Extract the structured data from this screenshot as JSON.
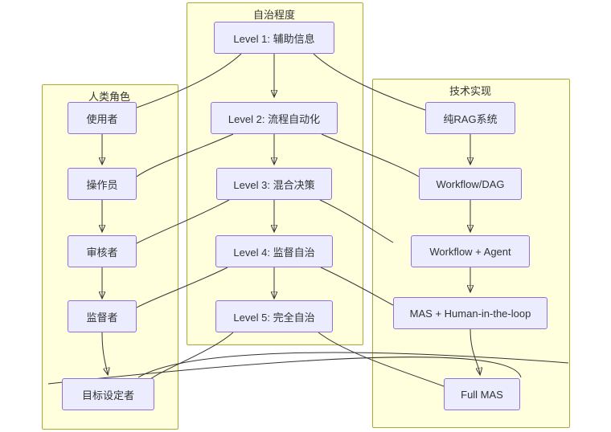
{
  "diagram": {
    "title_present": false,
    "colors": {
      "cluster_fill": "#ffffde",
      "cluster_stroke": "#aaaa33",
      "node_fill": "#ececff",
      "node_stroke": "#9370db",
      "edge_stroke": "#333333",
      "text": "#333333"
    },
    "clusters": [
      {
        "id": "human",
        "label": "人类角色"
      },
      {
        "id": "autonomy",
        "label": "自治程度"
      },
      {
        "id": "tech",
        "label": "技术实现"
      }
    ],
    "nodes": {
      "human": [
        {
          "id": "h1",
          "label": "使用者"
        },
        {
          "id": "h2",
          "label": "操作员"
        },
        {
          "id": "h3",
          "label": "审核者"
        },
        {
          "id": "h4",
          "label": "监督者"
        },
        {
          "id": "h5",
          "label": "目标设定者"
        }
      ],
      "autonomy": [
        {
          "id": "a1",
          "label": "Level 1: 辅助信息"
        },
        {
          "id": "a2",
          "label": "Level 2: 流程自动化"
        },
        {
          "id": "a3",
          "label": "Level 3: 混合决策"
        },
        {
          "id": "a4",
          "label": "Level 4: 监督自治"
        },
        {
          "id": "a5",
          "label": "Level 5: 完全自治"
        }
      ],
      "tech": [
        {
          "id": "t1",
          "label": "纯RAG系统"
        },
        {
          "id": "t2",
          "label": "Workflow/DAG"
        },
        {
          "id": "t3",
          "label": "Workflow + Agent"
        },
        {
          "id": "t4",
          "label": "MAS + Human-in-the-loop"
        },
        {
          "id": "t5",
          "label": "Full MAS"
        }
      ]
    },
    "edges": [
      {
        "from": "h1",
        "to": "h2",
        "arrow": true
      },
      {
        "from": "h2",
        "to": "h3",
        "arrow": true
      },
      {
        "from": "h3",
        "to": "h4",
        "arrow": true
      },
      {
        "from": "h4",
        "to": "h5",
        "arrow": true
      },
      {
        "from": "a1",
        "to": "a2",
        "arrow": true
      },
      {
        "from": "a2",
        "to": "a3",
        "arrow": true
      },
      {
        "from": "a3",
        "to": "a4",
        "arrow": true
      },
      {
        "from": "a4",
        "to": "a5",
        "arrow": true
      },
      {
        "from": "t1",
        "to": "t2",
        "arrow": true
      },
      {
        "from": "t2",
        "to": "t3",
        "arrow": true
      },
      {
        "from": "t3",
        "to": "t4",
        "arrow": true
      },
      {
        "from": "t4",
        "to": "t5",
        "arrow": true
      },
      {
        "from": "a1",
        "to": "h1",
        "arrow": false
      },
      {
        "from": "a1",
        "to": "t1",
        "arrow": false
      },
      {
        "from": "a2",
        "to": "h2",
        "arrow": false
      },
      {
        "from": "a2",
        "to": "t2",
        "arrow": false
      },
      {
        "from": "a3",
        "to": "h3",
        "arrow": false
      },
      {
        "from": "a3",
        "to": "t3",
        "arrow": false
      },
      {
        "from": "a4",
        "to": "h4",
        "arrow": false
      },
      {
        "from": "a4",
        "to": "t4",
        "arrow": false
      },
      {
        "from": "a5",
        "to": "h5",
        "arrow": false
      },
      {
        "from": "a5",
        "to": "t5",
        "arrow": false
      }
    ]
  }
}
